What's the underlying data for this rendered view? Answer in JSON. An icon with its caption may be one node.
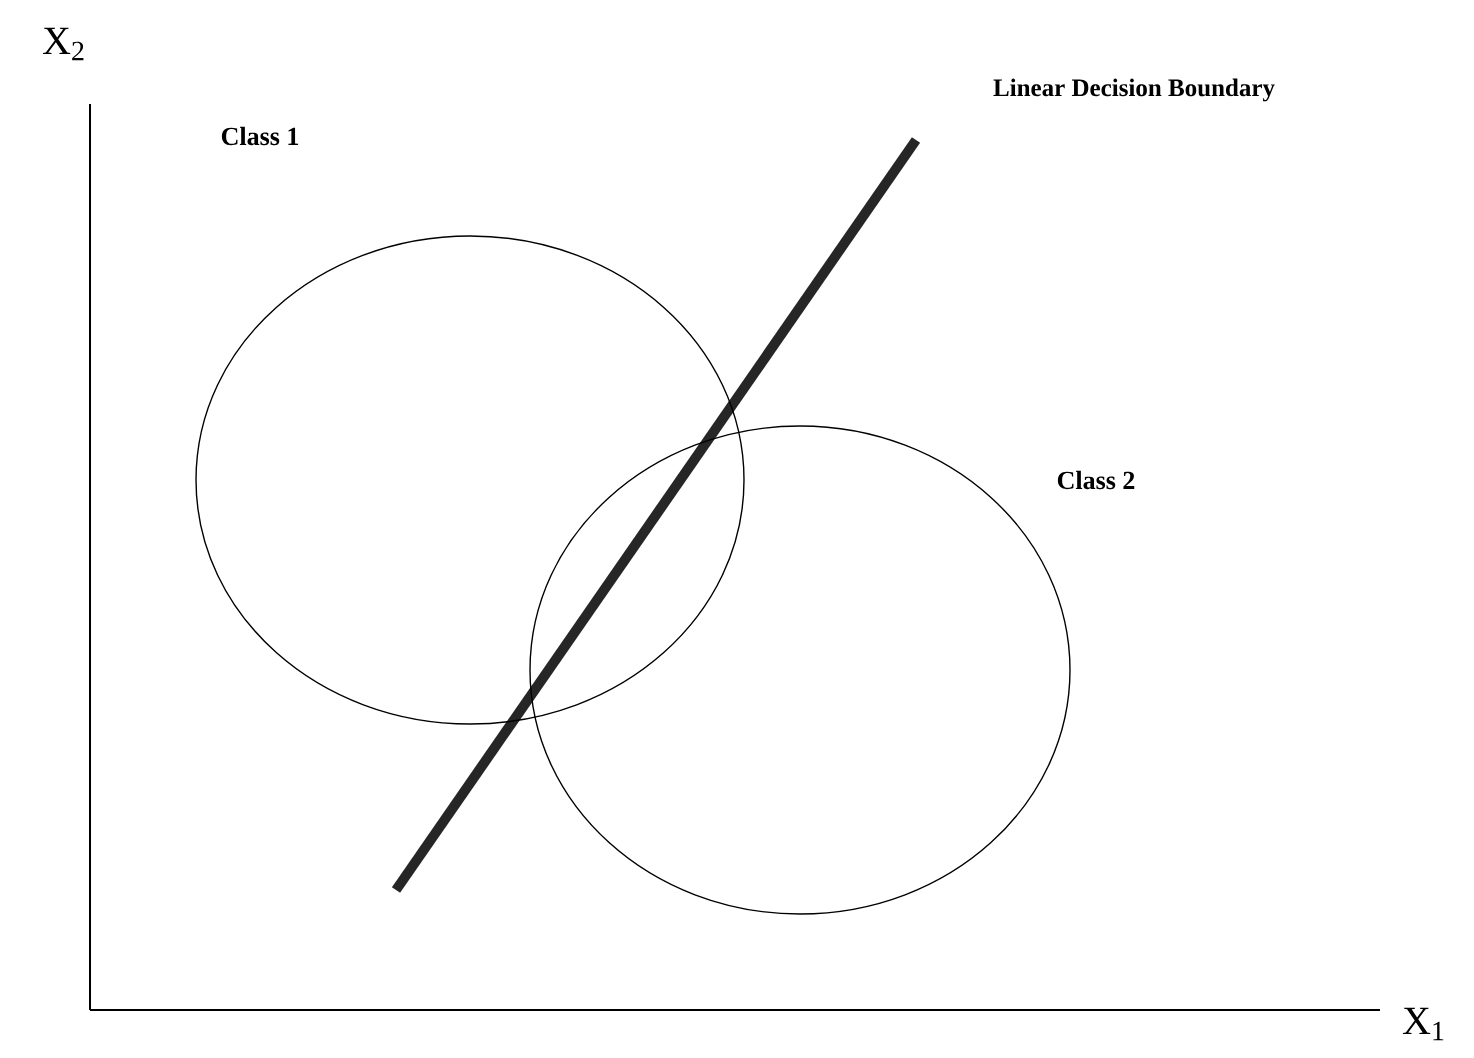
{
  "diagram": {
    "nodes": [
      {
        "text": [
          "Class 1"
        ]
      },
      {
        "text": [
          "Class 2"
        ]
      }
    ],
    "labels": [
      "X$_{2}$",
      "Linear Decision Boundary",
      "X$_{1}$"
    ]
  }
}
